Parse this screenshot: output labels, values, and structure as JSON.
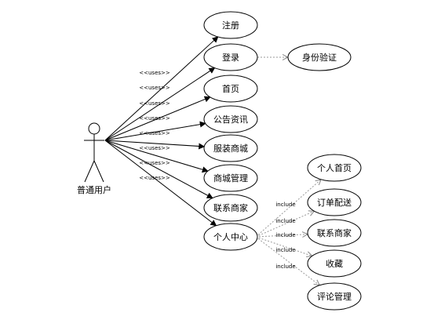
{
  "actor": {
    "name": "普通用户"
  },
  "primary_use_cases": [
    {
      "id": "register",
      "label": "注册"
    },
    {
      "id": "login",
      "label": "登录"
    },
    {
      "id": "home",
      "label": "首页"
    },
    {
      "id": "announcements",
      "label": "公告资讯"
    },
    {
      "id": "clothing-mall",
      "label": "服装商城"
    },
    {
      "id": "mall-management",
      "label": "商城管理"
    },
    {
      "id": "contact-merchant",
      "label": "联系商家"
    },
    {
      "id": "personal-center",
      "label": "个人中心"
    }
  ],
  "uses_label": "<<uses>>",
  "extension_use_case": {
    "id": "identity-verification",
    "label": "身份验证"
  },
  "included_use_cases": [
    {
      "id": "personal-home",
      "label": "个人首页"
    },
    {
      "id": "order-delivery",
      "label": "订单配送"
    },
    {
      "id": "contact-merchant-2",
      "label": "联系商家"
    },
    {
      "id": "favorites",
      "label": "收藏"
    },
    {
      "id": "review-management",
      "label": "评论管理"
    }
  ],
  "include_label": "include"
}
